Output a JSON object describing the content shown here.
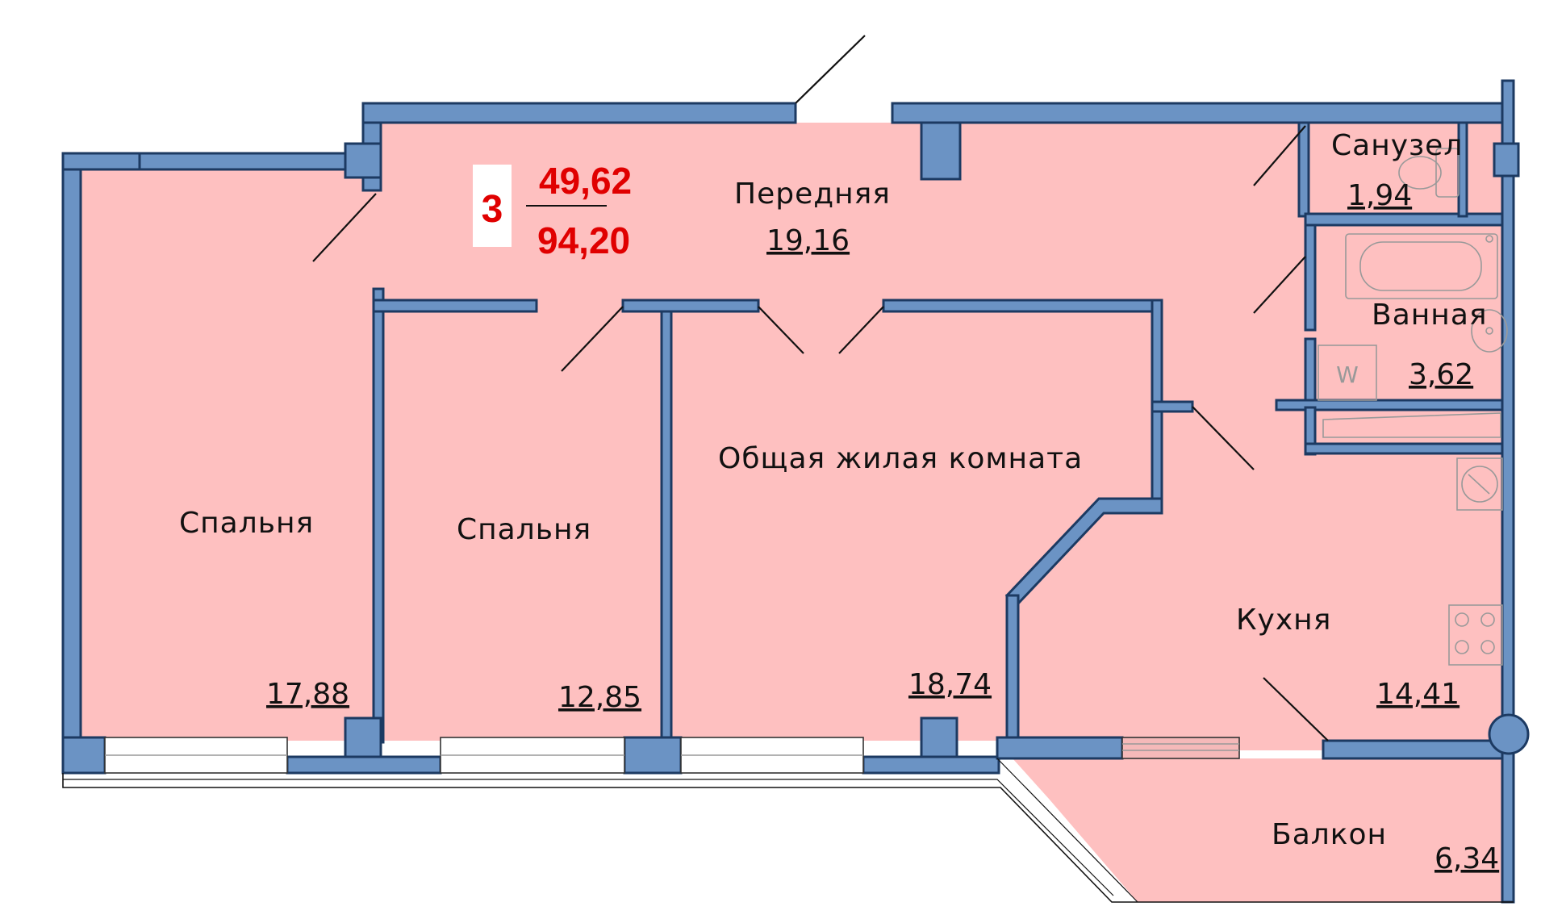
{
  "summary": {
    "rooms_count": "3",
    "living_area": "49,62",
    "total_area": "94,20"
  },
  "rooms": [
    {
      "name": "Передняя",
      "area": "19,16"
    },
    {
      "name": "Санузел",
      "area": "1,94"
    },
    {
      "name": "Ванная",
      "area": "3,62"
    },
    {
      "name": "Спальня",
      "area": "17,88"
    },
    {
      "name": "Спальня",
      "area": "12,85"
    },
    {
      "name": "Общая жилая комната",
      "area": "18,74"
    },
    {
      "name": "Кухня",
      "area": "14,41"
    },
    {
      "name": "Балкон",
      "area": "6,34"
    }
  ],
  "fixtures": {
    "washer_label": "W"
  },
  "colors": {
    "floor": "#fec0c0",
    "wall": "#6b93c4",
    "wall_outline": "#1c3a62",
    "accent_text": "#e00000"
  }
}
